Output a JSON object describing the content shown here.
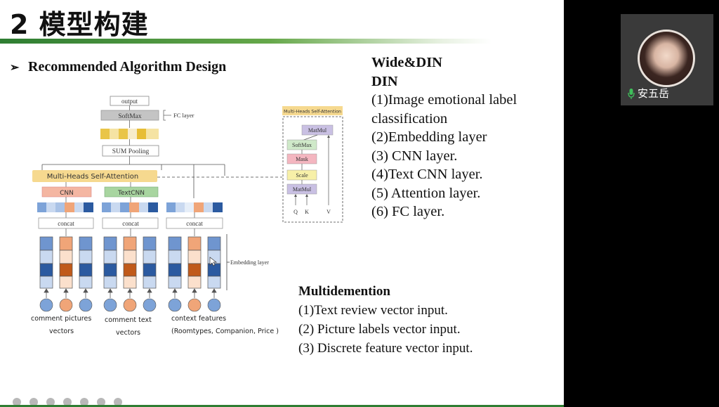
{
  "slide": {
    "title": "2 模型构建",
    "heading": "Recommended Algorithm Design",
    "heading_bullet": "➢"
  },
  "wide_din": {
    "lines": [
      {
        "text": "Wide&DIN",
        "bold": true
      },
      {
        "text": "DIN",
        "bold": true
      },
      {
        "text": "(1)Image emotional label",
        "bold": false
      },
      {
        "text": "classification",
        "bold": false
      },
      {
        "text": "(2)Embedding layer",
        "bold": false
      },
      {
        "text": "(3) CNN layer.",
        "bold": false
      },
      {
        "text": "(4)Text CNN layer.",
        "bold": false
      },
      {
        "text": "(5) Attention layer.",
        "bold": false
      },
      {
        "text": "(6) FC layer.",
        "bold": false
      }
    ]
  },
  "multidemention": {
    "lines": [
      {
        "text": "Multidemention",
        "bold": true
      },
      {
        "text": "(1)Text review vector input.",
        "bold": false
      },
      {
        "text": "(2) Picture labels vector input.",
        "bold": false
      },
      {
        "text": "(3) Discrete feature vector input.",
        "bold": false
      }
    ]
  },
  "diagram": {
    "output": "output",
    "softmax": "SoftMax",
    "fc_layer": "FC layer",
    "sum_pooling": "SUM Pooling",
    "mhsa": "Multi-Heads Self-Attention",
    "cnn": "CNN",
    "textcnn": "TextCNN",
    "concat": "concat",
    "embedding_layer": "Embedding layer",
    "input_labels": {
      "pictures_l1": "comment pictures",
      "pictures_l2": "vectors",
      "text_l1": "comment text",
      "text_l2": "vectors",
      "context_l1": "context features",
      "context_l2": "(Roomtypes, Companion, Price )"
    },
    "attn_box": {
      "title": "Multi-Heads Self-Attention",
      "matmul_top": "MatMul",
      "softmax": "SoftMax",
      "mask": "Mask",
      "scale": "Scale",
      "matmul_bottom": "MatMul",
      "q": "Q",
      "k": "K",
      "v": "V"
    },
    "colors": {
      "blue_dark": "#2b5aa0",
      "blue_mid": "#6f95cf",
      "blue_light": "#c9d9f0",
      "orange_dark": "#c05a1a",
      "orange_mid": "#f0a578",
      "orange_light": "#fbe0cc",
      "yellow": "#f5d98a",
      "green_label": "#a8d5a0",
      "red_label": "#f4b6a2",
      "gray_box": "#d0d0d0"
    }
  },
  "video": {
    "participant_name": "安五岳"
  }
}
